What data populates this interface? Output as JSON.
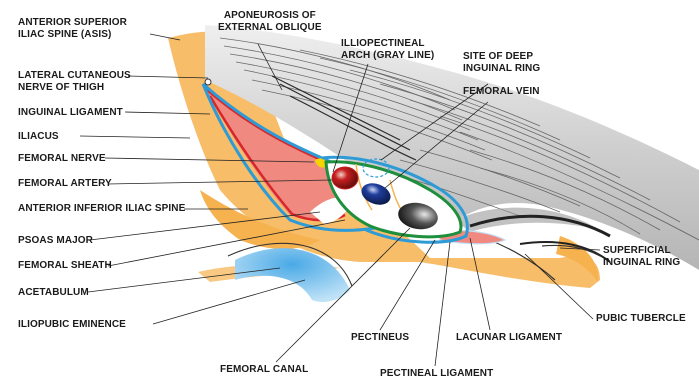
{
  "colors": {
    "background": "#ffffff",
    "fascia_orange": "#f6b24f",
    "skin_gray": "#c9c9c9",
    "fiber_dark": "#5a5a5a",
    "muscle_pink": "#f08a80",
    "nerve_red": "#d8262a",
    "artery_red": "#c61f1f",
    "vein_blue": "#1f3e9c",
    "sheath_green": "#1e8f3c",
    "ligament_blue": "#2e9bd6",
    "canal_black": "#111111",
    "femoral_nerve_yellow": "#f5d400",
    "acetabulum_blue": "#4aa9e6"
  },
  "labels": {
    "asis": [
      "ANTERIOR SUPERIOR",
      "ILIAC SPINE (ASIS)"
    ],
    "aponeurosis": [
      "APONEUROSIS OF",
      "EXTERNAL OBLIQUE"
    ],
    "iliopectineal": [
      "ILLIOPECTINEAL",
      "ARCH (GRAY LINE)"
    ],
    "deep_ring": [
      "SITE OF DEEP",
      "INGUINAL RING"
    ],
    "lateral_cutaneous": [
      "LATERAL CUTANEOUS",
      "NERVE OF THIGH"
    ],
    "femoral_vein": "FEMORAL VEIN",
    "inguinal_ligament": "INGUINAL LIGAMENT",
    "iliacus": "ILIACUS",
    "femoral_nerve": "FEMORAL NERVE",
    "femoral_artery": "FEMORAL ARTERY",
    "aiis": "ANTERIOR INFERIOR ILIAC SPINE",
    "psoas_major": "PSOAS MAJOR",
    "femoral_sheath": "FEMORAL SHEATH",
    "superficial_ring": [
      "SUPERFICIAL",
      "INGUINAL RING"
    ],
    "acetabulum": "ACETABULUM",
    "pubic_tubercle": "PUBIC TUBERCLE",
    "iliopubic": "ILIOPUBIC EMINENCE",
    "pectineus": "PECTINEUS",
    "lacunar": "LACUNAR LIGAMENT",
    "femoral_canal": "FEMORAL CANAL",
    "pectineal": "PECTINEAL LIGAMENT"
  }
}
